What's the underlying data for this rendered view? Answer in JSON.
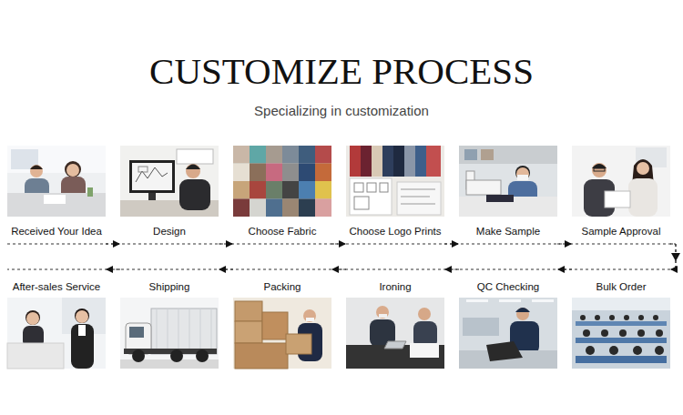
{
  "diagram": {
    "title": "CUSTOMIZE PROCESS",
    "nodes": [
      {
        "text": [
          "Received Your Idea"
        ]
      },
      {
        "text": [
          "Design"
        ]
      },
      {
        "text": [
          "Choose Fabric"
        ]
      },
      {
        "text": [
          "Choose Logo Prints"
        ]
      },
      {
        "text": [
          "Make Sample"
        ]
      },
      {
        "text": [
          "Sample Approval"
        ]
      },
      {
        "text": [
          "Bulk Order"
        ]
      },
      {
        "text": [
          "QC Checking"
        ]
      },
      {
        "text": [
          "Ironing"
        ]
      },
      {
        "text": [
          "Packing"
        ]
      },
      {
        "text": [
          "Shipping"
        ]
      },
      {
        "text": [
          "After-sales Service"
        ]
      }
    ],
    "edges": [
      {
        "from": 0,
        "to": 1,
        "arrow": "to"
      },
      {
        "from": 1,
        "to": 2,
        "arrow": "to"
      },
      {
        "from": 2,
        "to": 3,
        "arrow": "to"
      },
      {
        "from": 3,
        "to": 4,
        "arrow": "to"
      },
      {
        "from": 4,
        "to": 5,
        "arrow": "to"
      },
      {
        "from": 5,
        "to": 6,
        "arrow": "to"
      },
      {
        "from": 6,
        "to": 7,
        "arrow": "to"
      },
      {
        "from": 7,
        "to": 8,
        "arrow": "to"
      },
      {
        "from": 8,
        "to": 9,
        "arrow": "to"
      },
      {
        "from": 9,
        "to": 10,
        "arrow": "to"
      },
      {
        "from": 10,
        "to": 11,
        "arrow": "to"
      }
    ],
    "labels": [
      "Specializing in customization"
    ]
  }
}
